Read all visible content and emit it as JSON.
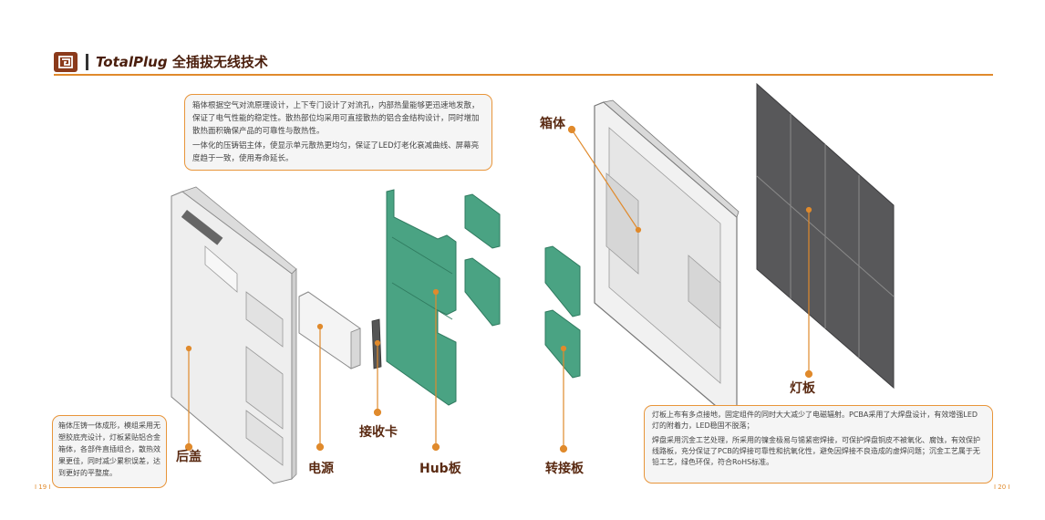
{
  "header": {
    "title_en": "TotalPlug",
    "title_cn": " 全插拔无线技术"
  },
  "callouts": {
    "top_p1": "箱体根据空气对流原理设计，上下专门设计了对流孔，内部热量能够更迅速地发散，保证了电气性能的稳定性。散热部位均采用可直接散热的铝合金结构设计，同时增加散热面积确保产品的可靠性与散热性。",
    "top_p2": "一体化的压铸铝主体，使显示单元散热更均匀，保证了LED灯老化衰减曲线、屏幕亮度趋于一致，使用寿命延长。",
    "left": "箱体压铸一体成形，模组采用无塑胶底壳设计，灯板紧贴铝合金箱体，各部件直插组合，散热效果更佳，同时减少累积误差，达到更好的平整度。",
    "bottom_p1": "灯板上布有多点接地，固定组件的同时大大减少了电磁辐射。PCBA采用了大焊盘设计，有效增强LED灯的附着力，LED稳固不脱落；",
    "bottom_p2": "焊盘采用沉金工艺处理，所采用的镍金极易与锡紧密焊接，可保护焊盘铜皮不被氧化、腐蚀，有效保护线路板，充分保证了PCB的焊接可靠性和抗氧化性，避免因焊接不良造成的虚焊问题；沉金工艺属于无铅工艺，绿色环保，符合RoHS标准。"
  },
  "labels": {
    "cabinet": "箱体",
    "led_board": "灯板",
    "back_cover": "后盖",
    "power": "电源",
    "receiving_card": "接收卡",
    "hub_board": "Hub板",
    "adapter_board": "转接板"
  },
  "page_numbers": {
    "left": "19",
    "right": "20"
  },
  "colors": {
    "accent": "#e08a2c",
    "brand": "#8b3a1b",
    "pcb": "#4aa383",
    "panel": "#58585a",
    "label": "#5a2a12"
  }
}
